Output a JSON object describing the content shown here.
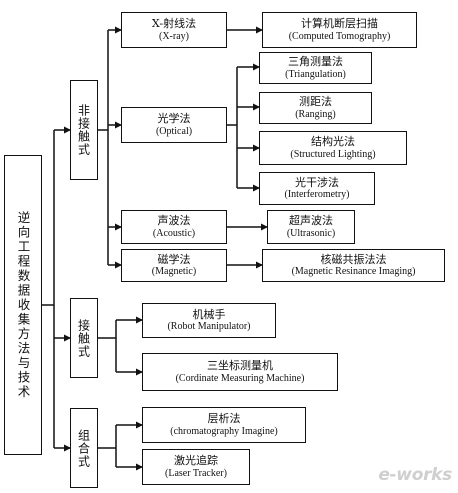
{
  "root": {
    "label": "逆向工程数据收集方法与技术"
  },
  "categories": {
    "noncontact": "非接触式",
    "contact": "接触式",
    "combined": "组合式"
  },
  "methods": {
    "xray": {
      "zh": "X-射线法",
      "en": "(X-ray)"
    },
    "optical": {
      "zh": "光学法",
      "en": "(Optical)"
    },
    "acoustic": {
      "zh": "声波法",
      "en": "(Acoustic)"
    },
    "magnetic": {
      "zh": "磁学法",
      "en": "(Magnetic)"
    },
    "robot": {
      "zh": "机械手",
      "en": "(Robot Manipulator)"
    },
    "cmm": {
      "zh": "三坐标测量机",
      "en": "(Cordinate Measuring Machine)"
    },
    "chrom": {
      "zh": "层析法",
      "en": "(chromatography Imagine)"
    },
    "laser": {
      "zh": "激光追踪",
      "en": "(Laser Tracker)"
    }
  },
  "techniques": {
    "ct": {
      "zh": "计算机断层扫描",
      "en": "(Computed Tomography)"
    },
    "tri": {
      "zh": "三角测量法",
      "en": "(Triangulation)"
    },
    "rang": {
      "zh": "测距法",
      "en": "(Ranging)"
    },
    "struct": {
      "zh": "结构光法",
      "en": "(Structured Lighting)"
    },
    "inter": {
      "zh": "光干涉法",
      "en": "(Interferometry)"
    },
    "ultra": {
      "zh": "超声波法",
      "en": "(Ultrasonic)"
    },
    "mri": {
      "zh": "核磁共振法法",
      "en": "(Magnetic Resinance Imaging)"
    }
  },
  "logo": "e-works"
}
